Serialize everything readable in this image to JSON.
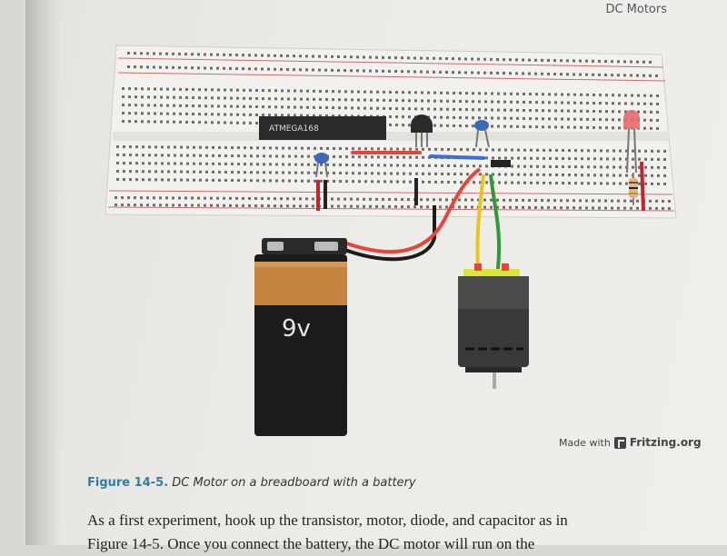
{
  "header": {
    "running_head": "DC Motors"
  },
  "figure": {
    "chip_label": "ATMEGA168",
    "battery_label": "9v",
    "credit_prefix": "Made with",
    "credit_brand": "Fritzing.org",
    "caption_number": "Figure 14-5.",
    "caption_text": "DC Motor on a breadboard with a battery"
  },
  "body": {
    "line1": "As a first experiment, hook up the transistor, motor, diode, and capacitor as in",
    "line2": "Figure 14-5. Once you connect the battery, the DC motor will run on the"
  },
  "colors": {
    "caption_accent": "#2e7fa3",
    "wire_red": "#e8453a",
    "wire_blue": "#3a6fd8",
    "wire_green": "#2e9a3a",
    "wire_yellow": "#e8c51a"
  }
}
